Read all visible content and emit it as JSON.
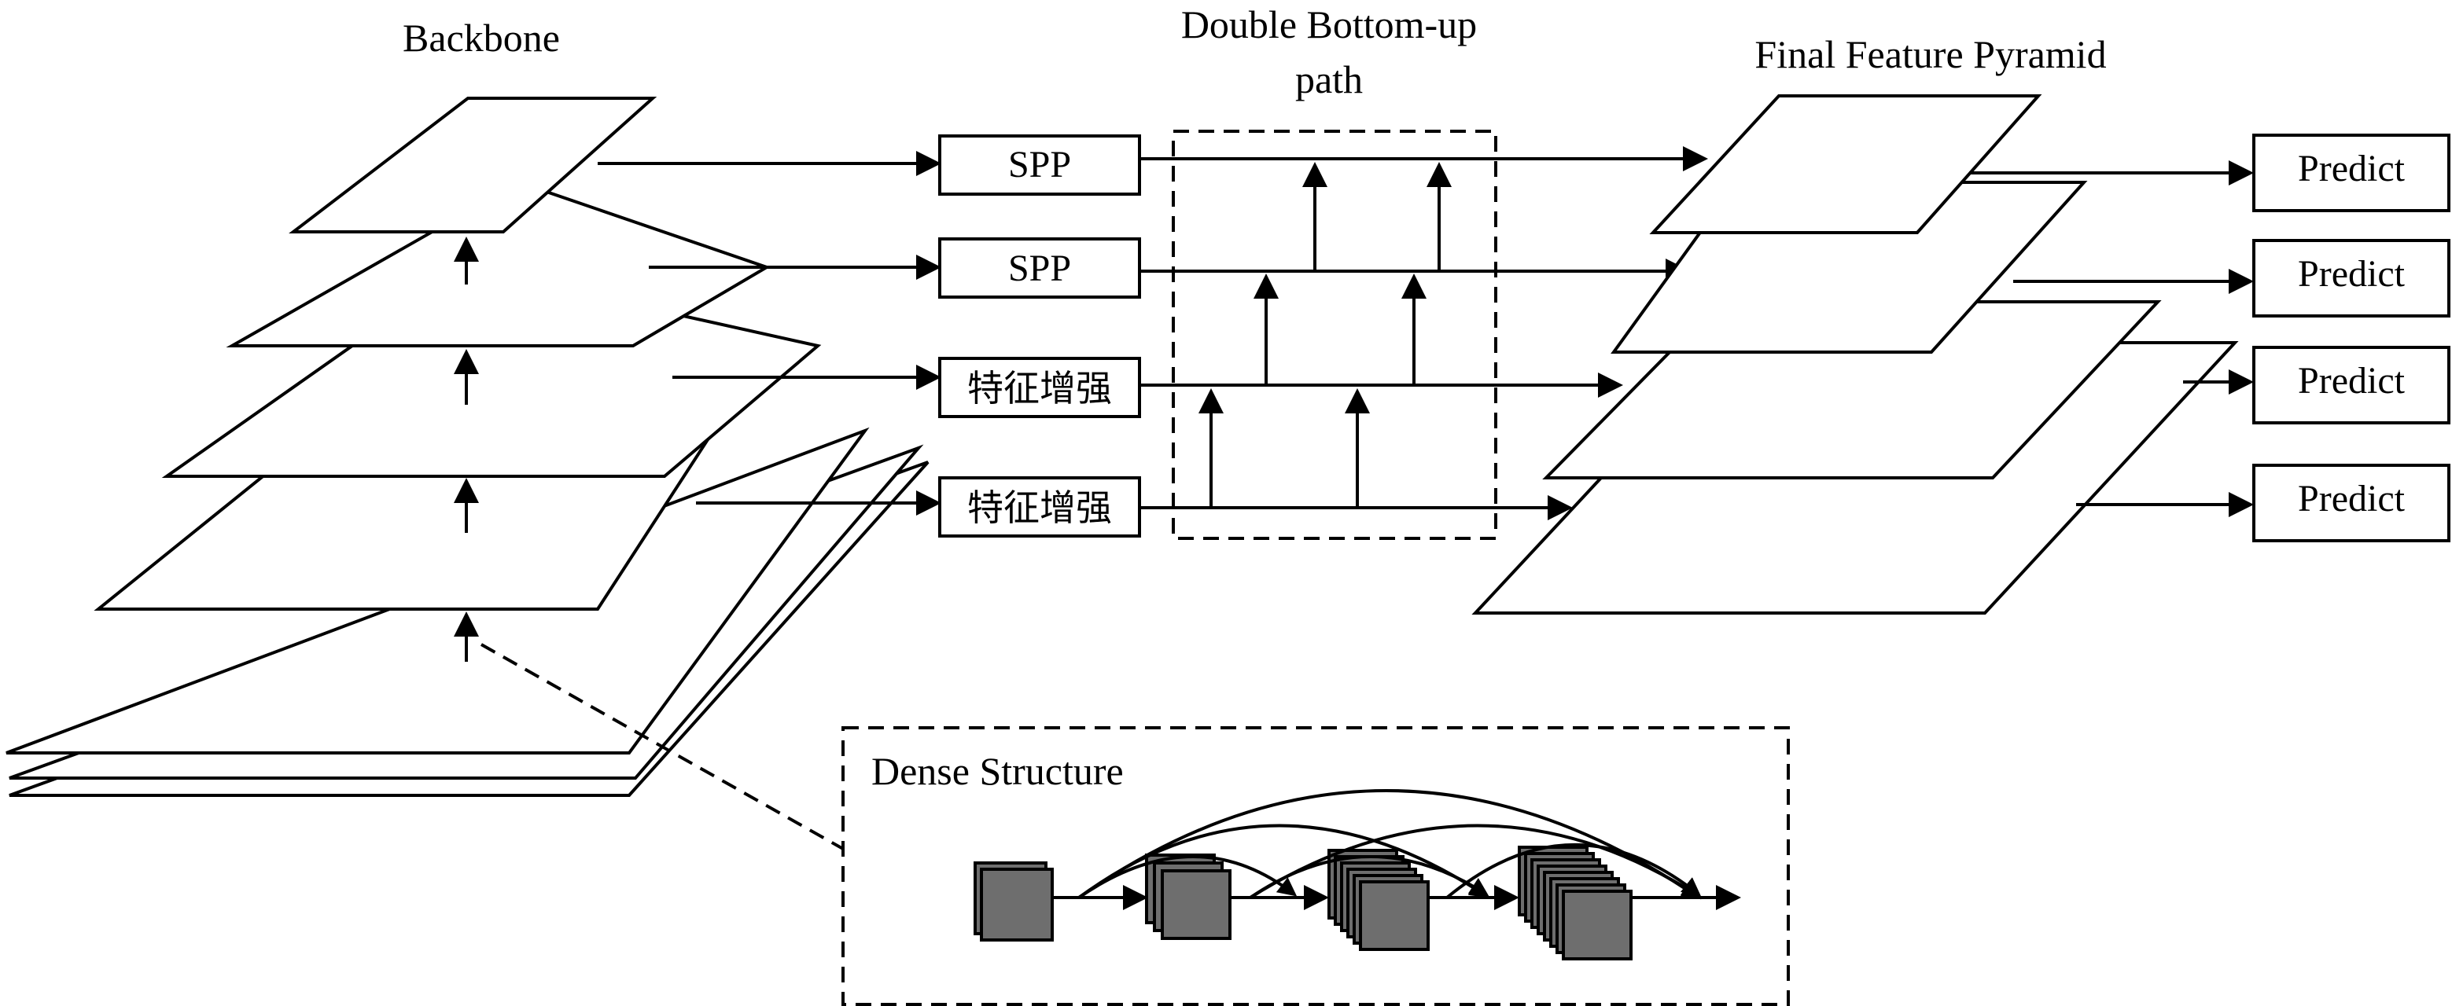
{
  "labels": {
    "backbone": "Backbone",
    "double_path_line1": "Double Bottom-up",
    "double_path_line2": "path",
    "final_pyramid": "Final Feature Pyramid",
    "dense_structure": "Dense Structure"
  },
  "blocks": {
    "spp_1": "SPP",
    "spp_2": "SPP",
    "enhance_1": "特征增强",
    "enhance_2": "特征增强",
    "predict_1": "Predict",
    "predict_2": "Predict",
    "predict_3": "Predict",
    "predict_4": "Predict"
  },
  "colors": {
    "stroke": "#000000",
    "cube_fill": "#6e6e6e",
    "background": "#ffffff"
  }
}
